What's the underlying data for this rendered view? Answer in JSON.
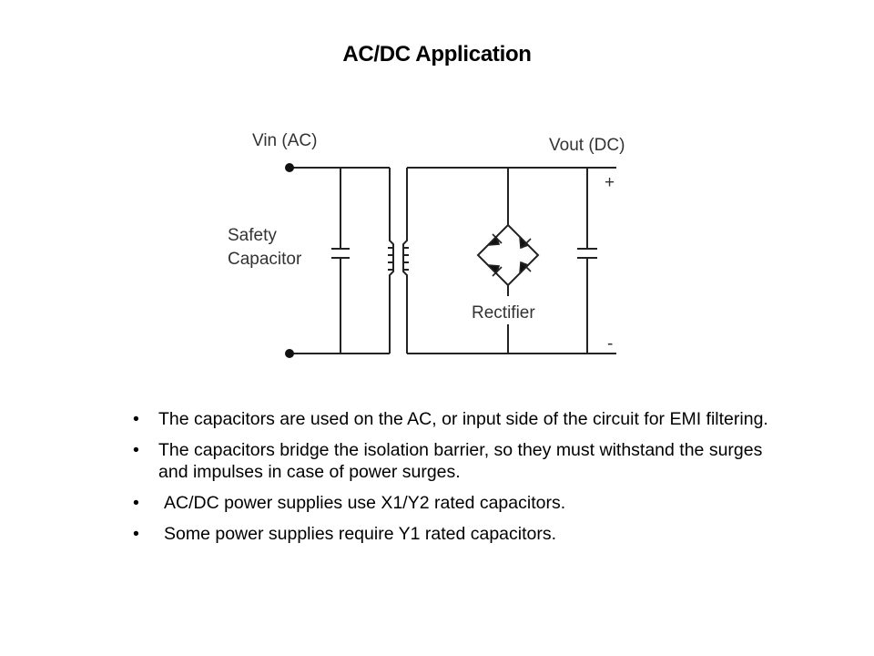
{
  "slide": {
    "title": "AC/DC Application"
  },
  "diagram": {
    "labels": {
      "vin": "Vin (AC)",
      "vout": "Vout (DC)",
      "safety_line1": "Safety",
      "safety_line2": "Capacitor",
      "rectifier": "Rectifier",
      "plus": "+",
      "minus": "-"
    }
  },
  "bullets": [
    {
      "marker": "•",
      "text": "The capacitors are used on the AC, or input side of the circuit for EMI filtering."
    },
    {
      "marker": "•",
      "text": "The capacitors bridge the isolation barrier, so they must withstand the surges and impulses in case of power surges."
    },
    {
      "marker": "•",
      "text": "AC/DC power supplies use X1/Y2 rated capacitors."
    },
    {
      "marker": "•",
      "text": "Some power supplies require Y1 rated capacitors."
    }
  ]
}
